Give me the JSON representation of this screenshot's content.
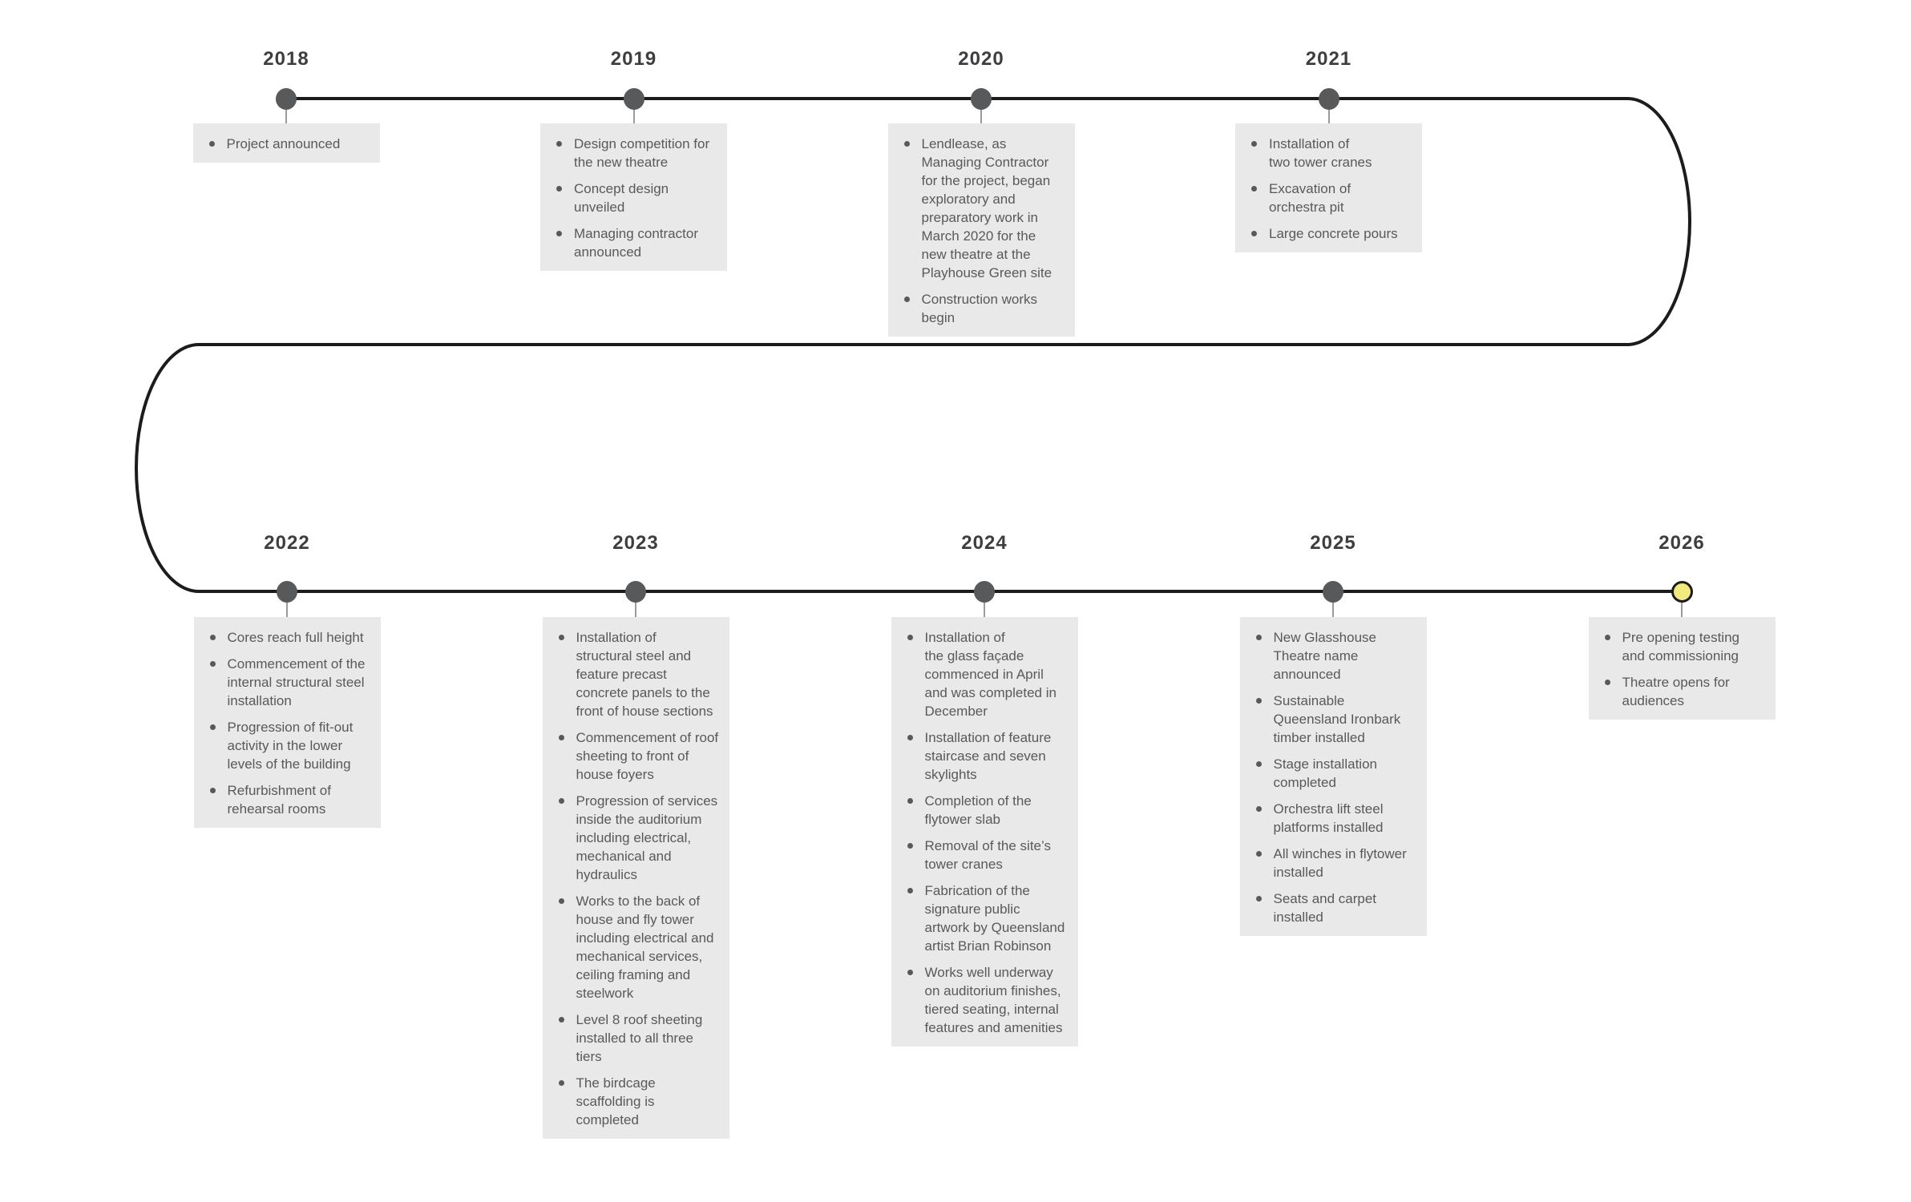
{
  "colors": {
    "card_bg": "#e9e9e9",
    "text": "#58595b",
    "year_text": "#3e3e40",
    "line": "#1c1c1c",
    "dot": "#58595b",
    "highlight_dot": "#f2e97f",
    "connector": "#9b9b9b"
  },
  "timeline": {
    "rows": [
      {
        "years": [
          {
            "label": "2018",
            "milestones": [
              "Project announced"
            ]
          },
          {
            "label": "2019",
            "milestones": [
              "Design competition for\nthe new theatre",
              "Concept design\nunveiled",
              "Managing contractor\nannounced"
            ]
          },
          {
            "label": "2020",
            "milestones": [
              "Lendlease, as\nManaging Contractor\nfor the project, began\nexploratory and\npreparatory work in\nMarch 2020 for the\nnew theatre at the\nPlayhouse Green site",
              "Construction works\nbegin"
            ]
          },
          {
            "label": "2021",
            "milestones": [
              "Installation of\ntwo tower cranes",
              "Excavation of\norchestra pit",
              "Large concrete pours"
            ]
          }
        ]
      },
      {
        "years": [
          {
            "label": "2022",
            "milestones": [
              "Cores reach full height",
              "Commencement of the\ninternal structural steel\ninstallation",
              "Progression of fit-out\nactivity in the lower\nlevels of the building",
              "Refurbishment of\nrehearsal rooms"
            ]
          },
          {
            "label": "2023",
            "milestones": [
              "Installation of\nstructural steel and\nfeature precast\nconcrete panels to the\nfront of house sections",
              "Commencement of roof\nsheeting to front of\nhouse foyers",
              "Progression of services\ninside the auditorium\nincluding electrical,\nmechanical and\nhydraulics",
              "Works to the back of\nhouse and fly tower\nincluding electrical and\nmechanical services,\nceiling framing and\nsteelwork",
              "Level 8 roof sheeting\ninstalled to all three\ntiers",
              "The birdcage\nscaffolding is\ncompleted"
            ]
          },
          {
            "label": "2024",
            "milestones": [
              "Installation of\nthe glass façade\ncommenced in April\nand was completed in\nDecember",
              "Installation of feature\nstaircase and seven\nskylights",
              "Completion of the\nflytower slab",
              "Removal of the site’s\ntower cranes",
              "Fabrication of the\nsignature public\nartwork by Queensland\nartist Brian Robinson",
              "Works well underway\non auditorium finishes,\ntiered seating, internal\nfeatures and amenities"
            ]
          },
          {
            "label": "2025",
            "milestones": [
              "New Glasshouse\nTheatre name\nannounced",
              "Sustainable\nQueensland Ironbark\ntimber installed",
              "Stage installation\ncompleted",
              "Orchestra lift steel\nplatforms installed",
              "All winches in flytower\ninstalled",
              "Seats and carpet\ninstalled"
            ]
          },
          {
            "label": "2026",
            "highlight": true,
            "milestones": [
              "Pre opening testing\nand commissioning",
              "Theatre opens for\naudiences"
            ]
          }
        ]
      }
    ]
  }
}
